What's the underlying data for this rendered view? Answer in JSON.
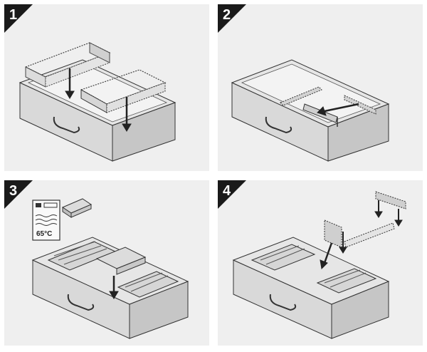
{
  "steps": [
    {
      "number": "1"
    },
    {
      "number": "2"
    },
    {
      "number": "3",
      "temperature_label": "65°C"
    },
    {
      "number": "4"
    }
  ],
  "colors": {
    "panel_bg": "#efefef",
    "badge": "#1a1a1a",
    "drawer_front": "#d9d9d9",
    "drawer_side": "#c6c6c6",
    "drawer_inside": "#e6e6e6",
    "outline": "#333333",
    "arrow": "#222222"
  },
  "icons": [
    "drawer",
    "frame-insert",
    "down-arrow",
    "divider-rail",
    "cutlery-tray",
    "dishwasher-icon"
  ]
}
